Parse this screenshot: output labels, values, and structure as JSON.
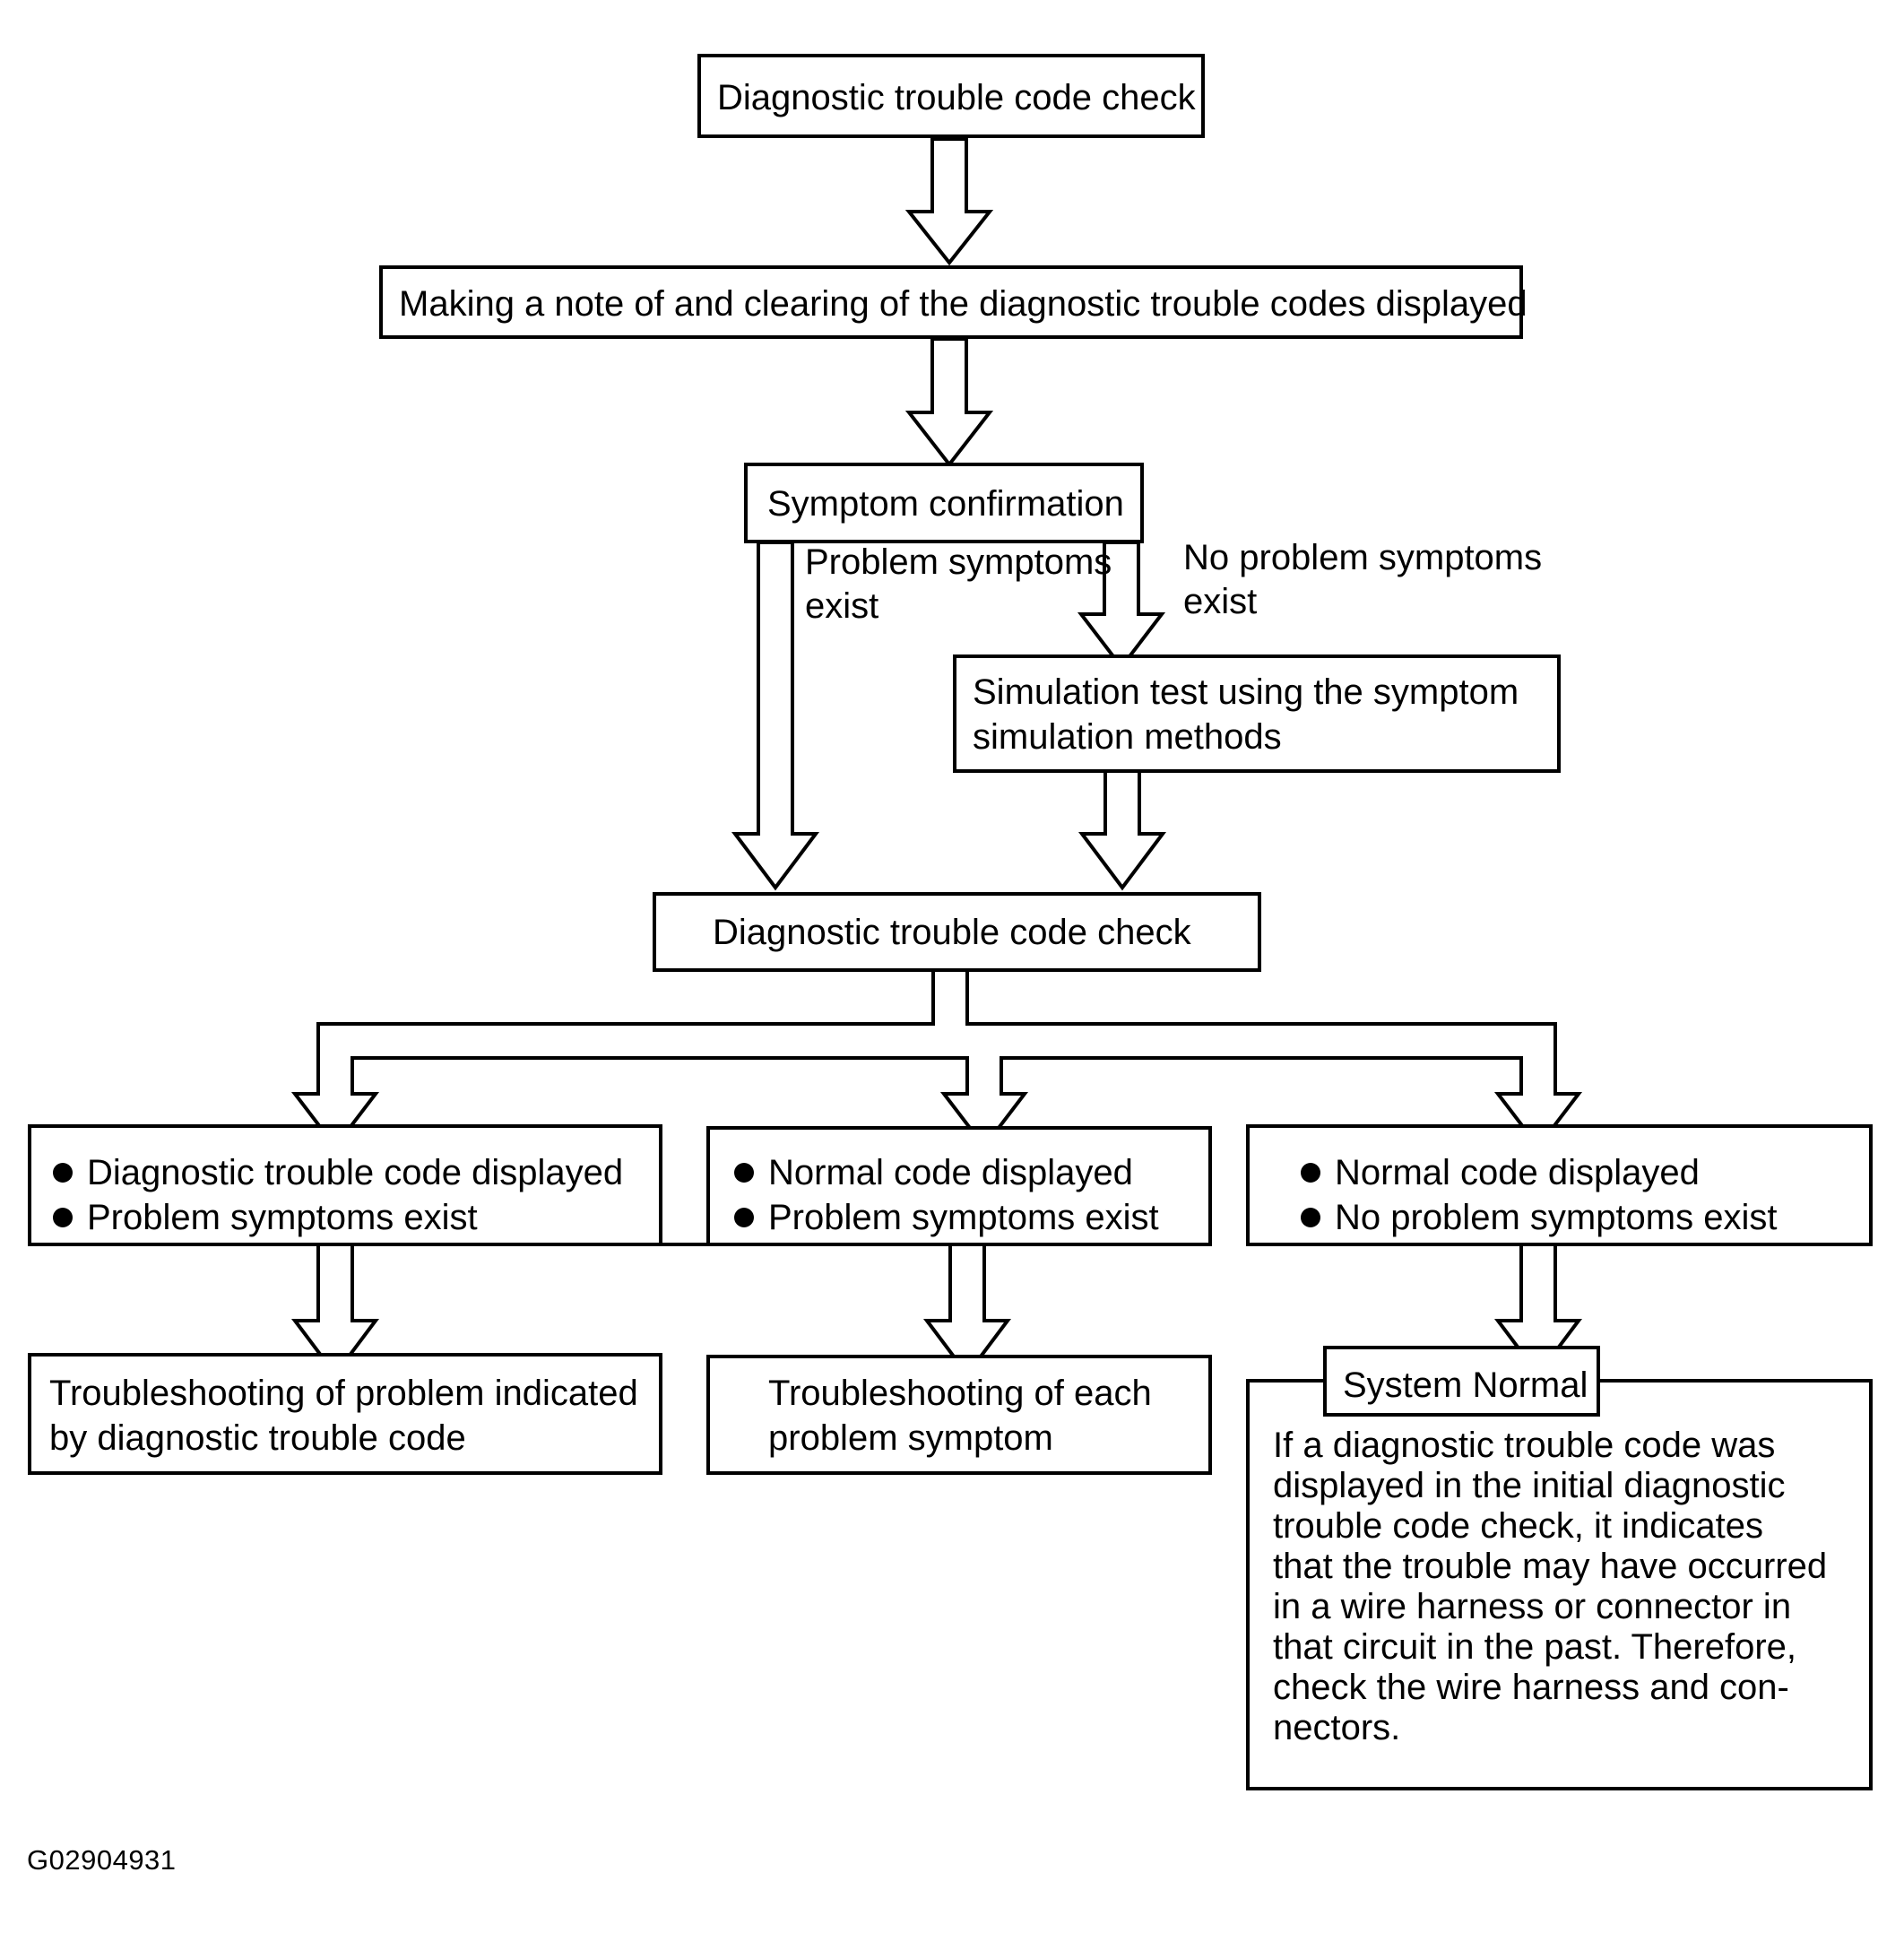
{
  "diagram": {
    "type": "flowchart",
    "title_hidden": true,
    "figure_id": "G02904931",
    "nodes": {
      "dtc_check_top": {
        "label": "Diagnostic trouble code check"
      },
      "make_note": {
        "label": "Making a note of and clearing of the diagnostic trouble codes displayed"
      },
      "symptom_confirmation": {
        "label": "Symptom confirmation"
      },
      "simulation_test": {
        "line1": "Simulation test using the symptom",
        "line2": "simulation methods"
      },
      "dtc_check_second": {
        "label": "Diagnostic trouble code check"
      },
      "result_left": {
        "bullet1": "Diagnostic trouble code displayed",
        "bullet2": "Problem symptoms exist"
      },
      "result_center": {
        "bullet1": "Normal code displayed",
        "bullet2": "Problem symptoms exist"
      },
      "result_right": {
        "bullet1": "Normal code displayed",
        "bullet2": "No problem symptoms exist"
      },
      "action_left": {
        "line1": "Troubleshooting of problem indicated",
        "line2": "by diagnostic trouble code"
      },
      "action_center": {
        "line1": "Troubleshooting of each",
        "line2": "problem symptom"
      },
      "system_normal": {
        "header": "System Normal",
        "body_lines": [
          "If a diagnostic trouble code was",
          "displayed in the initial diagnostic",
          "trouble code check, it indicates",
          "that the trouble may have occurred",
          "in a wire harness or connector in",
          "that circuit in the past. Therefore,",
          "check the wire harness and con-",
          "nectors."
        ]
      }
    },
    "edge_labels": {
      "problem_symptoms_exist": {
        "line1": "Problem symptoms",
        "line2": "exist"
      },
      "no_problem_symptoms_exist": {
        "line1": "No problem symptoms",
        "line2": "exist"
      }
    },
    "colors": {
      "stroke": "#000000",
      "fill": "#ffffff",
      "text": "#000000"
    }
  }
}
